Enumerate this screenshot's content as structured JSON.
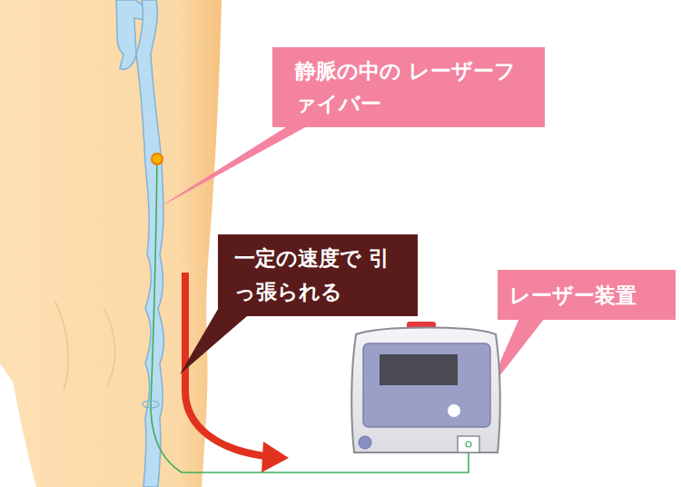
{
  "diagram": {
    "nodes": [
      {
        "text": [
          "静脈の中の レーザーファイバー"
        ]
      },
      {
        "text": [
          "一定の速度で 引っ張られる"
        ]
      },
      {
        "text": [
          "レーザー装置"
        ]
      }
    ]
  }
}
